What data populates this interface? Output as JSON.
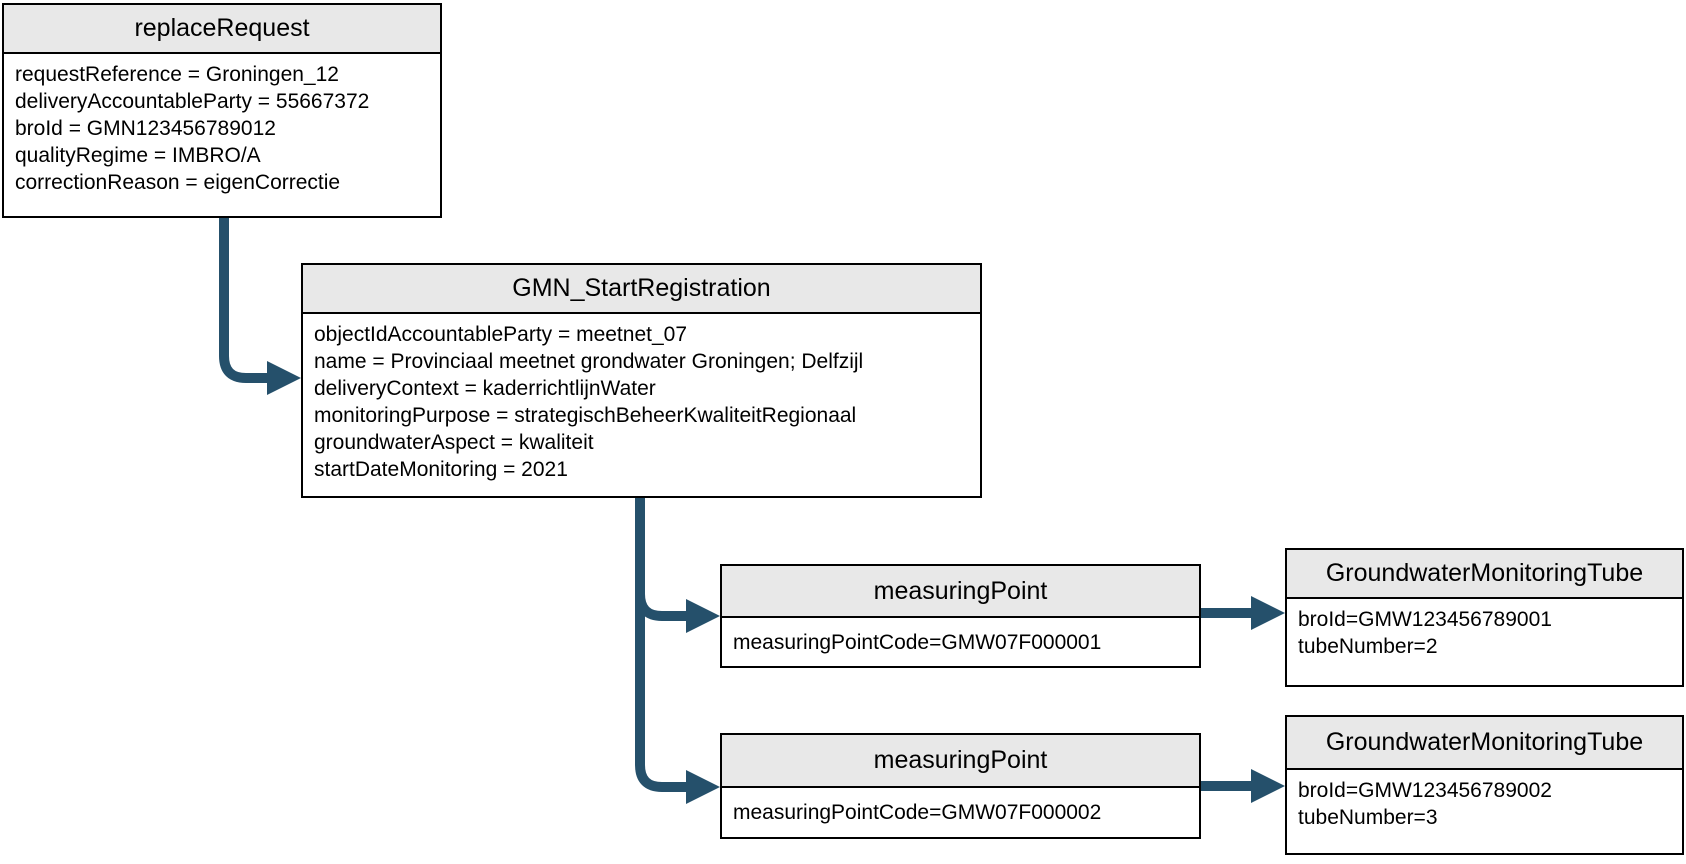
{
  "diagram": {
    "type": "object-diagram",
    "colors": {
      "connector": "#25506B",
      "node_header_fill": "#E8E8E8",
      "node_border": "#000000",
      "node_body_fill": "#FFFFFF",
      "text": "#000000"
    },
    "nodes": {
      "replaceRequest": {
        "title": "replaceRequest",
        "attributes": [
          "requestReference = Groningen_12",
          "deliveryAccountableParty = 55667372",
          "broId = GMN123456789012",
          "qualityRegime = IMBRO/A",
          "correctionReason = eigenCorrectie"
        ]
      },
      "gmnStartRegistration": {
        "title": "GMN_StartRegistration",
        "attributes": [
          "objectIdAccountableParty = meetnet_07",
          "name = Provinciaal meetnet grondwater Groningen; Delfzijl",
          "deliveryContext = kaderrichtlijnWater",
          "monitoringPurpose = strategischBeheerKwaliteitRegionaal",
          "groundwaterAspect = kwaliteit",
          "startDateMonitoring = 2021"
        ]
      },
      "measuringPoint1": {
        "title": "measuringPoint",
        "attributes": [
          "measuringPointCode=GMW07F000001"
        ]
      },
      "measuringPoint2": {
        "title": "measuringPoint",
        "attributes": [
          "measuringPointCode=GMW07F000002"
        ]
      },
      "groundwaterMonitoringTube1": {
        "title": "GroundwaterMonitoringTube",
        "attributes": [
          "broId=GMW123456789001",
          "tubeNumber=2"
        ]
      },
      "groundwaterMonitoringTube2": {
        "title": "GroundwaterMonitoringTube",
        "attributes": [
          "broId=GMW123456789002",
          "tubeNumber=3"
        ]
      }
    },
    "edges": [
      {
        "from": "replaceRequest",
        "to": "gmnStartRegistration"
      },
      {
        "from": "gmnStartRegistration",
        "to": "measuringPoint1"
      },
      {
        "from": "gmnStartRegistration",
        "to": "measuringPoint2"
      },
      {
        "from": "measuringPoint1",
        "to": "groundwaterMonitoringTube1"
      },
      {
        "from": "measuringPoint2",
        "to": "groundwaterMonitoringTube2"
      }
    ]
  }
}
